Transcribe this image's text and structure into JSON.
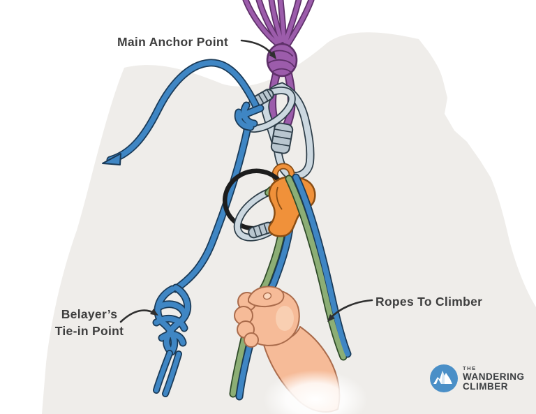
{
  "labels": {
    "main_anchor_point": "Main Anchor Point",
    "belayer_tie_in_line1": "Belayer’s",
    "belayer_tie_in_line2": "Tie-in Point",
    "ropes_to_climber": "Ropes To Climber"
  },
  "logo": {
    "prefix": "THE",
    "name_line1": "WANDERING",
    "name_line2": "CLIMBER"
  },
  "colors": {
    "background": "#ffffff",
    "rock": "#efedea",
    "label_text": "#3e3e3e",
    "arrow": "#2f2f2f",
    "rope_blue": "#3f86c4",
    "rope_blue_outline": "#1a3a57",
    "rope_green": "#8cae75",
    "rope_green_outline": "#2e4a28",
    "cord_purple": "#9c5cab",
    "cord_purple_outline": "#5e3069",
    "carabiner_body": "#ccd8e0",
    "carabiner_outline": "#2e3e49",
    "carabiner_sleeve": "#b9c6cf",
    "device_orange": "#f0913a",
    "device_orange_outline": "#8a4d13",
    "cable_black": "#1d1d1d",
    "skin": "#f6bb98",
    "skin_outline": "#aa6b4b",
    "skin_highlight": "#fbd7bd",
    "logo_blue": "#4a8fc7",
    "logo_text": "#3b3e41"
  }
}
